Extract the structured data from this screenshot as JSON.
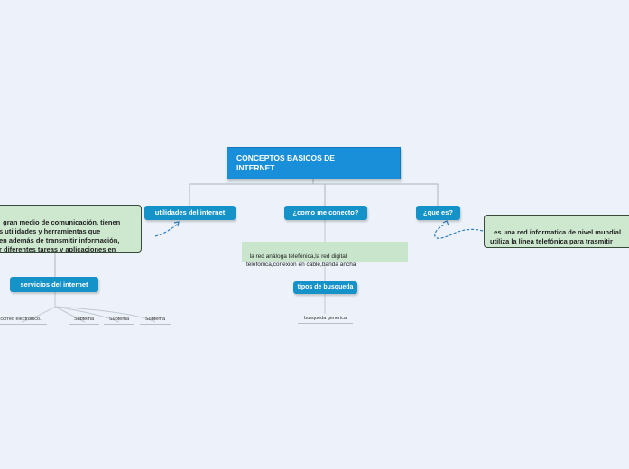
{
  "root": {
    "title": "CONCEPTOS BASICOS DE\nINTERNET"
  },
  "topics": {
    "utilidades": "utilidades del internet",
    "como_conecto": "¿como me conecto?",
    "que_es": "¿que es?",
    "servicios": "servicios del internet",
    "tipos_busqueda": "tipos de busqueda"
  },
  "callouts": {
    "utilidades_desc": "gran medio de comunicación, tienen\ns utilidades y herramientas que\nen además de transmitir información,\nr diferentes tareas y aplicaciones en",
    "que_es_desc": "es una red informatica de nivel mundial\nutiliza la linea telefónica para trasmitir\ninformacion",
    "conexion_desc": "la red análoga telefónica,la red digital\ntelefonica,conexion en cable,banda ancha"
  },
  "leaves": {
    "correo": "correo electrónico.",
    "subtema_1": "Subtema",
    "subtema_2": "Subtema",
    "subtema_3": "Subtema",
    "busqueda_generica": "busqueda generica"
  },
  "colors": {
    "background": "#edf2fa",
    "root": "#1a8fd9",
    "topic": "#1593c9",
    "callout": "#cde8cf",
    "connector": "#aab4c0",
    "relation": "#2a7fc4"
  }
}
